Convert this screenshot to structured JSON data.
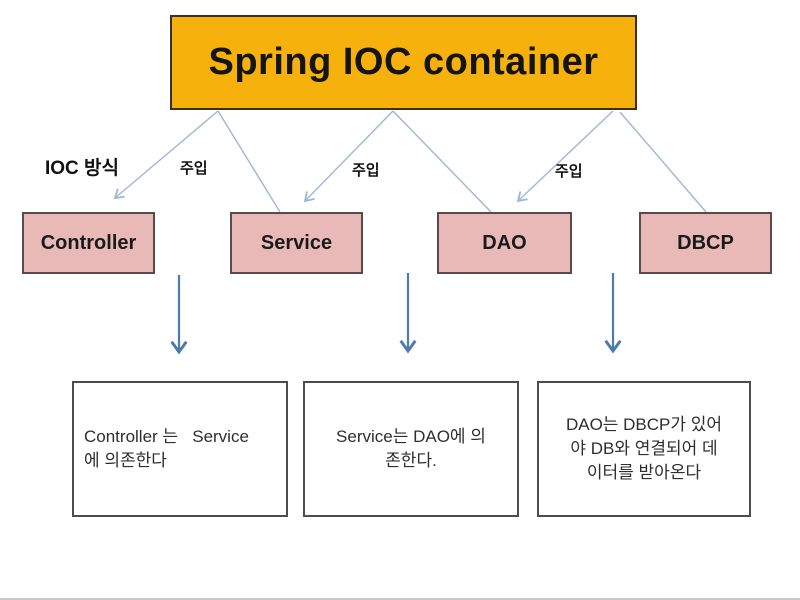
{
  "diagram": {
    "title": "Spring IOC container",
    "ioc_mode_label": "IOC 방식",
    "injection_labels": [
      {
        "text": "주입"
      },
      {
        "text": "주입"
      },
      {
        "text": "주입"
      }
    ],
    "components": [
      {
        "label": "Controller"
      },
      {
        "label": "Service"
      },
      {
        "label": "DAO"
      },
      {
        "label": "DBCP"
      }
    ],
    "descriptions": [
      {
        "text": "Controller 는   Service\n에 의존한다"
      },
      {
        "text": "Service는 DAO에 의\n존한다."
      },
      {
        "text": "DAO는 DBCP가 있어\n야 DB와 연결되어 데\n이터를 받아온다"
      }
    ],
    "colors": {
      "title_fill": "#F7B10C",
      "title_border": "#3A301F",
      "component_fill": "#E9B9B8",
      "component_border": "#5A4A49",
      "injection_line": "#9FB6D6",
      "dependency_arrow": "#4E79AC",
      "description_border": "#4D4D4D"
    }
  }
}
